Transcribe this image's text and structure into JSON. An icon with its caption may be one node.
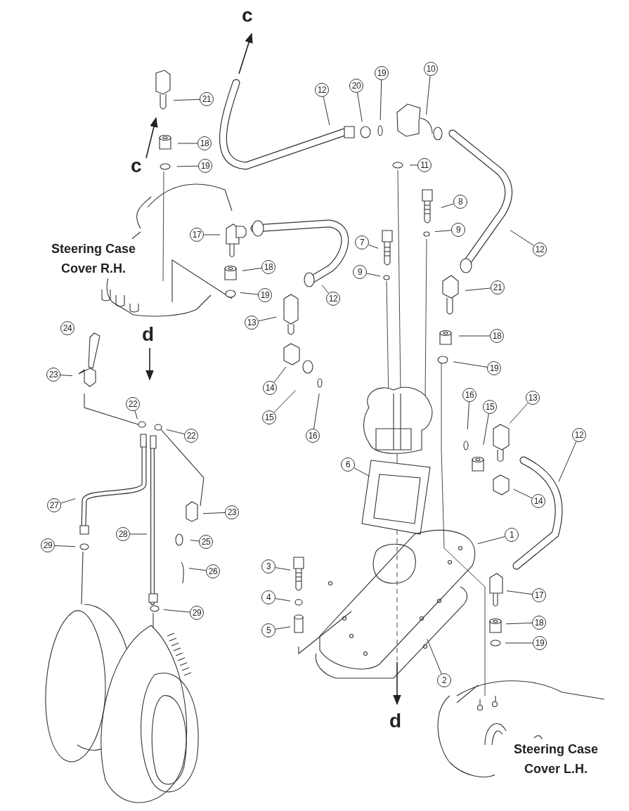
{
  "diagram": {
    "nodes": [
      {
        "text": [
          "21"
        ]
      },
      {
        "text": [
          "18"
        ]
      },
      {
        "text": [
          "19"
        ]
      },
      {
        "text": [
          "12"
        ]
      },
      {
        "text": [
          "20"
        ]
      },
      {
        "text": [
          "19"
        ]
      },
      {
        "text": [
          "10"
        ]
      },
      {
        "text": [
          "11"
        ]
      },
      {
        "text": [
          "8"
        ]
      },
      {
        "text": [
          "9"
        ]
      },
      {
        "text": [
          "12"
        ]
      },
      {
        "text": [
          "7"
        ]
      },
      {
        "text": [
          "9"
        ]
      },
      {
        "text": [
          "17"
        ]
      },
      {
        "text": [
          "18"
        ]
      },
      {
        "text": [
          "19"
        ]
      },
      {
        "text": [
          "12"
        ]
      },
      {
        "text": [
          "21"
        ]
      },
      {
        "text": [
          "13"
        ]
      },
      {
        "text": [
          "18"
        ]
      },
      {
        "text": [
          "19"
        ]
      },
      {
        "text": [
          "14"
        ]
      },
      {
        "text": [
          "15"
        ]
      },
      {
        "text": [
          "16"
        ]
      },
      {
        "text": [
          "24"
        ]
      },
      {
        "text": [
          "23"
        ]
      },
      {
        "text": [
          "22"
        ]
      },
      {
        "text": [
          "22"
        ]
      },
      {
        "text": [
          "27"
        ]
      },
      {
        "text": [
          "28"
        ]
      },
      {
        "text": [
          "23"
        ]
      },
      {
        "text": [
          "25"
        ]
      },
      {
        "text": [
          "26"
        ]
      },
      {
        "text": [
          "29"
        ]
      },
      {
        "text": [
          "29"
        ]
      },
      {
        "text": [
          "16"
        ]
      },
      {
        "text": [
          "15"
        ]
      },
      {
        "text": [
          "13"
        ]
      },
      {
        "text": [
          "12"
        ]
      },
      {
        "text": [
          "6"
        ]
      },
      {
        "text": [
          "14"
        ]
      },
      {
        "text": [
          "1"
        ]
      },
      {
        "text": [
          "3"
        ]
      },
      {
        "text": [
          "4"
        ]
      },
      {
        "text": [
          "5"
        ]
      },
      {
        "text": [
          "17"
        ]
      },
      {
        "text": [
          "18"
        ]
      },
      {
        "text": [
          "19"
        ]
      },
      {
        "text": [
          "2"
        ]
      }
    ],
    "edges": [
      {
        "from": 0,
        "to": null,
        "arrow": "none"
      },
      {
        "from": 1,
        "to": null,
        "arrow": "none"
      },
      {
        "from": 2,
        "to": null,
        "arrow": "none"
      },
      {
        "from": 3,
        "to": null,
        "arrow": "none"
      },
      {
        "from": 4,
        "to": null,
        "arrow": "none"
      },
      {
        "from": 5,
        "to": null,
        "arrow": "none"
      },
      {
        "from": 6,
        "to": null,
        "arrow": "none"
      },
      {
        "from": 7,
        "to": null,
        "arrow": "none"
      },
      {
        "from": 8,
        "to": null,
        "arrow": "none"
      },
      {
        "from": 9,
        "to": null,
        "arrow": "none"
      },
      {
        "from": 10,
        "to": null,
        "arrow": "none"
      },
      {
        "from": 11,
        "to": null,
        "arrow": "none"
      },
      {
        "from": 12,
        "to": null,
        "arrow": "none"
      },
      {
        "from": 13,
        "to": null,
        "arrow": "none"
      },
      {
        "from": 14,
        "to": null,
        "arrow": "none"
      },
      {
        "from": 15,
        "to": null,
        "arrow": "none"
      },
      {
        "from": 16,
        "to": null,
        "arrow": "none"
      },
      {
        "from": 17,
        "to": null,
        "arrow": "none"
      },
      {
        "from": 18,
        "to": null,
        "arrow": "none"
      },
      {
        "from": 19,
        "to": null,
        "arrow": "none"
      },
      {
        "from": 20,
        "to": null,
        "arrow": "none"
      },
      {
        "from": 21,
        "to": null,
        "arrow": "none"
      },
      {
        "from": 22,
        "to": null,
        "arrow": "none"
      },
      {
        "from": 23,
        "to": null,
        "arrow": "none"
      },
      {
        "from": 25,
        "to": null,
        "arrow": "none"
      },
      {
        "from": 26,
        "to": null,
        "arrow": "none"
      },
      {
        "from": 27,
        "to": null,
        "arrow": "none"
      },
      {
        "from": 28,
        "to": null,
        "arrow": "none"
      },
      {
        "from": 29,
        "to": null,
        "arrow": "none"
      },
      {
        "from": 30,
        "to": null,
        "arrow": "none"
      },
      {
        "from": 31,
        "to": null,
        "arrow": "none"
      },
      {
        "from": 32,
        "to": null,
        "arrow": "none"
      },
      {
        "from": 33,
        "to": null,
        "arrow": "none"
      },
      {
        "from": 34,
        "to": null,
        "arrow": "none"
      },
      {
        "from": 35,
        "to": null,
        "arrow": "none"
      },
      {
        "from": 36,
        "to": null,
        "arrow": "none"
      },
      {
        "from": 37,
        "to": null,
        "arrow": "none"
      },
      {
        "from": 38,
        "to": null,
        "arrow": "none"
      },
      {
        "from": 39,
        "to": null,
        "arrow": "none"
      },
      {
        "from": 40,
        "to": null,
        "arrow": "none"
      },
      {
        "from": 41,
        "to": null,
        "arrow": "none"
      },
      {
        "from": 42,
        "to": null,
        "arrow": "none"
      },
      {
        "from": 43,
        "to": null,
        "arrow": "none"
      },
      {
        "from": 44,
        "to": null,
        "arrow": "none"
      },
      {
        "from": 45,
        "to": null,
        "arrow": "none"
      },
      {
        "from": 46,
        "to": null,
        "arrow": "none"
      },
      {
        "from": 47,
        "to": null,
        "arrow": "none"
      },
      {
        "from": 48,
        "to": null,
        "arrow": "none"
      }
    ],
    "labels": [
      "c",
      "c",
      "Steering Case Cover R.H.",
      "d",
      "d",
      "Steering Case Cover L.H."
    ]
  }
}
